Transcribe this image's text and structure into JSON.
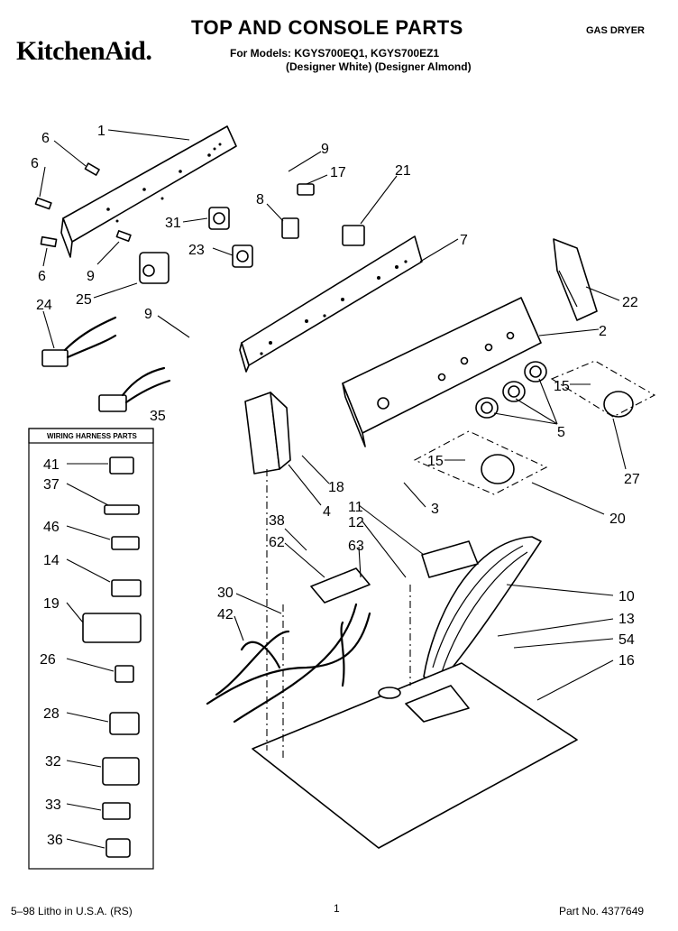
{
  "header": {
    "brand": "KitchenAid.",
    "title": "TOP AND CONSOLE PARTS",
    "models_line1": "For Models: KGYS700EQ1, KGYS700EZ1",
    "models_line2": "(Designer White) (Designer Almond)",
    "product_type": "GAS DRYER"
  },
  "wiring_box": {
    "title": "WIRING HARNESS PARTS"
  },
  "callouts": {
    "c1": "1",
    "c6a": "6",
    "c6b": "6",
    "c6c": "6",
    "c9a": "9",
    "c9b": "9",
    "c9c": "9",
    "c17": "17",
    "c21": "21",
    "c8": "8",
    "c31": "31",
    "c23": "23",
    "c7": "7",
    "c25": "25",
    "c24": "24",
    "c22": "22",
    "c2": "2",
    "c15a": "15",
    "c15b": "15",
    "c5": "5",
    "c35": "35",
    "c27": "27",
    "c18": "18",
    "c4": "4",
    "c3": "3",
    "c11": "11",
    "c12": "12",
    "c20": "20",
    "c38": "38",
    "c62": "62",
    "c63": "63",
    "c30": "30",
    "c42": "42",
    "c10": "10",
    "c13": "13",
    "c54": "54",
    "c16": "16",
    "c41": "41",
    "c37": "37",
    "c46": "46",
    "c14": "14",
    "c19": "19",
    "c26": "26",
    "c28": "28",
    "c32": "32",
    "c33": "33",
    "c36": "36"
  },
  "footer": {
    "left": "5–98 Litho in U.S.A. (RS)",
    "page": "1",
    "part_no": "Part No. 4377649"
  }
}
